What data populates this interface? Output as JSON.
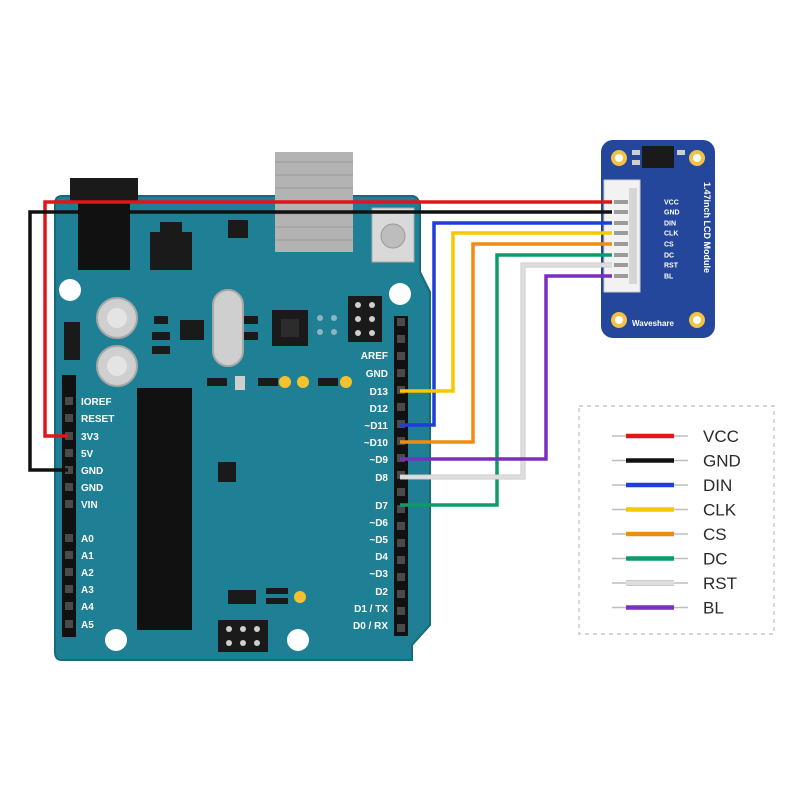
{
  "colors": {
    "board": "#1f7f94",
    "board_edge": "#176a7d",
    "module": "#24479b",
    "VCC": "#e0161b",
    "GND": "#111111",
    "DIN": "#1d3fd8",
    "CLK": "#f5c800",
    "CS": "#f08c12",
    "DC": "#0f9a6a",
    "RST": "#dedede",
    "BL": "#7a2fc0"
  },
  "board": {
    "left_header": [
      "IOREF",
      "RESET",
      "3V3",
      "5V",
      "GND",
      "GND",
      "VIN",
      "A0",
      "A1",
      "A2",
      "A3",
      "A4",
      "A5"
    ],
    "right_header": [
      "AREF",
      "GND",
      "D13",
      "D12",
      "~D11",
      "~D10",
      "~D9",
      "D8",
      "D7",
      "~D6",
      "~D5",
      "D4",
      "~D3",
      "D2",
      "D1 / TX",
      "D0 / RX"
    ]
  },
  "module": {
    "title": "1.47inch LCD Module",
    "brand": "Waveshare",
    "pins": [
      "VCC",
      "GND",
      "DIN",
      "CLK",
      "CS",
      "DC",
      "RST",
      "BL"
    ]
  },
  "legend": {
    "items": [
      "VCC",
      "GND",
      "DIN",
      "CLK",
      "CS",
      "DC",
      "RST",
      "BL"
    ]
  }
}
